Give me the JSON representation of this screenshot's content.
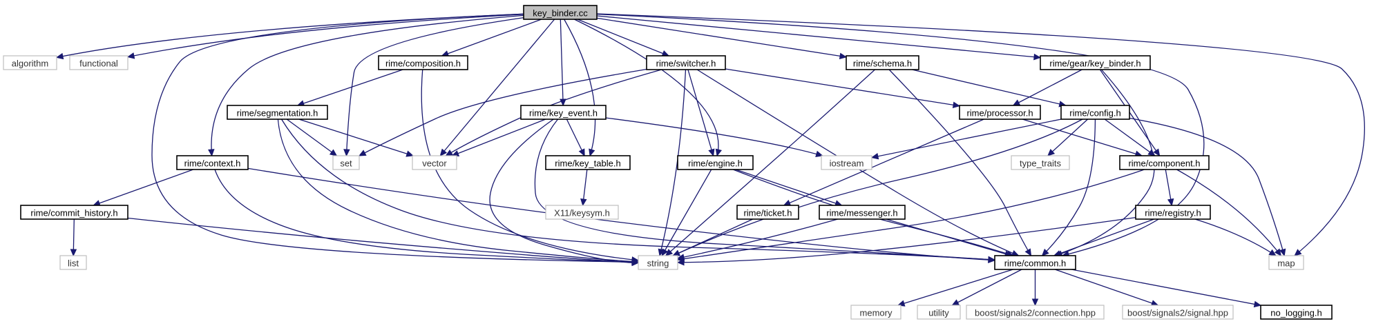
{
  "graph": {
    "colors": {
      "edge": "#191970",
      "root_fill": "#bfbfbf",
      "external_border": "#bfbfbf",
      "header_border": "#000000"
    },
    "nodes": [
      {
        "id": "key_binder_cc",
        "label": "key_binder.cc",
        "kind": "root"
      },
      {
        "id": "algorithm",
        "label": "algorithm",
        "kind": "external"
      },
      {
        "id": "functional",
        "label": "functional",
        "kind": "external"
      },
      {
        "id": "composition_h",
        "label": "rime/composition.h",
        "kind": "header"
      },
      {
        "id": "switcher_h",
        "label": "rime/switcher.h",
        "kind": "header"
      },
      {
        "id": "schema_h",
        "label": "rime/schema.h",
        "kind": "header"
      },
      {
        "id": "gear_key_binder_h",
        "label": "rime/gear/key_binder.h",
        "kind": "header"
      },
      {
        "id": "segmentation_h",
        "label": "rime/segmentation.h",
        "kind": "header"
      },
      {
        "id": "key_event_h",
        "label": "rime/key_event.h",
        "kind": "header"
      },
      {
        "id": "processor_h",
        "label": "rime/processor.h",
        "kind": "header"
      },
      {
        "id": "config_h",
        "label": "rime/config.h",
        "kind": "header"
      },
      {
        "id": "context_h",
        "label": "rime/context.h",
        "kind": "header"
      },
      {
        "id": "set",
        "label": "set",
        "kind": "external"
      },
      {
        "id": "vector",
        "label": "vector",
        "kind": "external"
      },
      {
        "id": "key_table_h",
        "label": "rime/key_table.h",
        "kind": "header"
      },
      {
        "id": "engine_h",
        "label": "rime/engine.h",
        "kind": "header"
      },
      {
        "id": "iostream",
        "label": "iostream",
        "kind": "external"
      },
      {
        "id": "type_traits",
        "label": "type_traits",
        "kind": "external"
      },
      {
        "id": "component_h",
        "label": "rime/component.h",
        "kind": "header"
      },
      {
        "id": "x11_keysym_h",
        "label": "X11/keysym.h",
        "kind": "external"
      },
      {
        "id": "commit_history_h",
        "label": "rime/commit_history.h",
        "kind": "header"
      },
      {
        "id": "ticket_h",
        "label": "rime/ticket.h",
        "kind": "header"
      },
      {
        "id": "messenger_h",
        "label": "rime/messenger.h",
        "kind": "header"
      },
      {
        "id": "registry_h",
        "label": "rime/registry.h",
        "kind": "header"
      },
      {
        "id": "list",
        "label": "list",
        "kind": "external"
      },
      {
        "id": "string",
        "label": "string",
        "kind": "external"
      },
      {
        "id": "common_h",
        "label": "rime/common.h",
        "kind": "header"
      },
      {
        "id": "map",
        "label": "map",
        "kind": "external"
      },
      {
        "id": "memory",
        "label": "memory",
        "kind": "external"
      },
      {
        "id": "utility",
        "label": "utility",
        "kind": "external"
      },
      {
        "id": "signals2_connection_hpp",
        "label": "boost/signals2/connection.hpp",
        "kind": "external"
      },
      {
        "id": "signals2_signal_hpp",
        "label": "boost/signals2/signal.hpp",
        "kind": "external"
      },
      {
        "id": "no_logging_h",
        "label": "no_logging.h",
        "kind": "header"
      }
    ],
    "edges": [
      [
        "key_binder_cc",
        "algorithm"
      ],
      [
        "key_binder_cc",
        "functional"
      ],
      [
        "key_binder_cc",
        "string"
      ],
      [
        "key_binder_cc",
        "context_h"
      ],
      [
        "key_binder_cc",
        "set"
      ],
      [
        "key_binder_cc",
        "composition_h"
      ],
      [
        "key_binder_cc",
        "vector"
      ],
      [
        "key_binder_cc",
        "key_event_h"
      ],
      [
        "key_binder_cc",
        "key_table_h"
      ],
      [
        "key_binder_cc",
        "switcher_h"
      ],
      [
        "key_binder_cc",
        "engine_h"
      ],
      [
        "key_binder_cc",
        "schema_h"
      ],
      [
        "key_binder_cc",
        "gear_key_binder_h"
      ],
      [
        "key_binder_cc",
        "common_h"
      ],
      [
        "key_binder_cc",
        "map"
      ],
      [
        "composition_h",
        "segmentation_h"
      ],
      [
        "composition_h",
        "string"
      ],
      [
        "switcher_h",
        "set"
      ],
      [
        "switcher_h",
        "vector"
      ],
      [
        "switcher_h",
        "string"
      ],
      [
        "switcher_h",
        "engine_h"
      ],
      [
        "switcher_h",
        "processor_h"
      ],
      [
        "switcher_h",
        "common_h"
      ],
      [
        "schema_h",
        "string"
      ],
      [
        "schema_h",
        "config_h"
      ],
      [
        "schema_h",
        "common_h"
      ],
      [
        "gear_key_binder_h",
        "processor_h"
      ],
      [
        "gear_key_binder_h",
        "component_h"
      ],
      [
        "gear_key_binder_h",
        "common_h"
      ],
      [
        "segmentation_h",
        "set"
      ],
      [
        "segmentation_h",
        "vector"
      ],
      [
        "segmentation_h",
        "string"
      ],
      [
        "segmentation_h",
        "common_h"
      ],
      [
        "key_event_h",
        "vector"
      ],
      [
        "key_event_h",
        "key_table_h"
      ],
      [
        "key_event_h",
        "iostream"
      ],
      [
        "key_event_h",
        "string"
      ],
      [
        "key_event_h",
        "common_h"
      ],
      [
        "key_table_h",
        "x11_keysym_h"
      ],
      [
        "processor_h",
        "ticket_h"
      ],
      [
        "processor_h",
        "component_h"
      ],
      [
        "config_h",
        "iostream"
      ],
      [
        "config_h",
        "type_traits"
      ],
      [
        "config_h",
        "component_h"
      ],
      [
        "config_h",
        "common_h"
      ],
      [
        "config_h",
        "string"
      ],
      [
        "config_h",
        "map"
      ],
      [
        "context_h",
        "commit_history_h"
      ],
      [
        "context_h",
        "string"
      ],
      [
        "context_h",
        "common_h"
      ],
      [
        "engine_h",
        "string"
      ],
      [
        "engine_h",
        "messenger_h"
      ],
      [
        "engine_h",
        "common_h"
      ],
      [
        "component_h",
        "registry_h"
      ],
      [
        "component_h",
        "string"
      ],
      [
        "component_h",
        "map"
      ],
      [
        "commit_history_h",
        "list"
      ],
      [
        "commit_history_h",
        "string"
      ],
      [
        "ticket_h",
        "string"
      ],
      [
        "messenger_h",
        "string"
      ],
      [
        "messenger_h",
        "common_h"
      ],
      [
        "registry_h",
        "string"
      ],
      [
        "registry_h",
        "common_h"
      ],
      [
        "registry_h",
        "map"
      ],
      [
        "common_h",
        "memory"
      ],
      [
        "common_h",
        "utility"
      ],
      [
        "common_h",
        "signals2_connection_hpp"
      ],
      [
        "common_h",
        "signals2_signal_hpp"
      ],
      [
        "common_h",
        "no_logging_h"
      ]
    ]
  }
}
